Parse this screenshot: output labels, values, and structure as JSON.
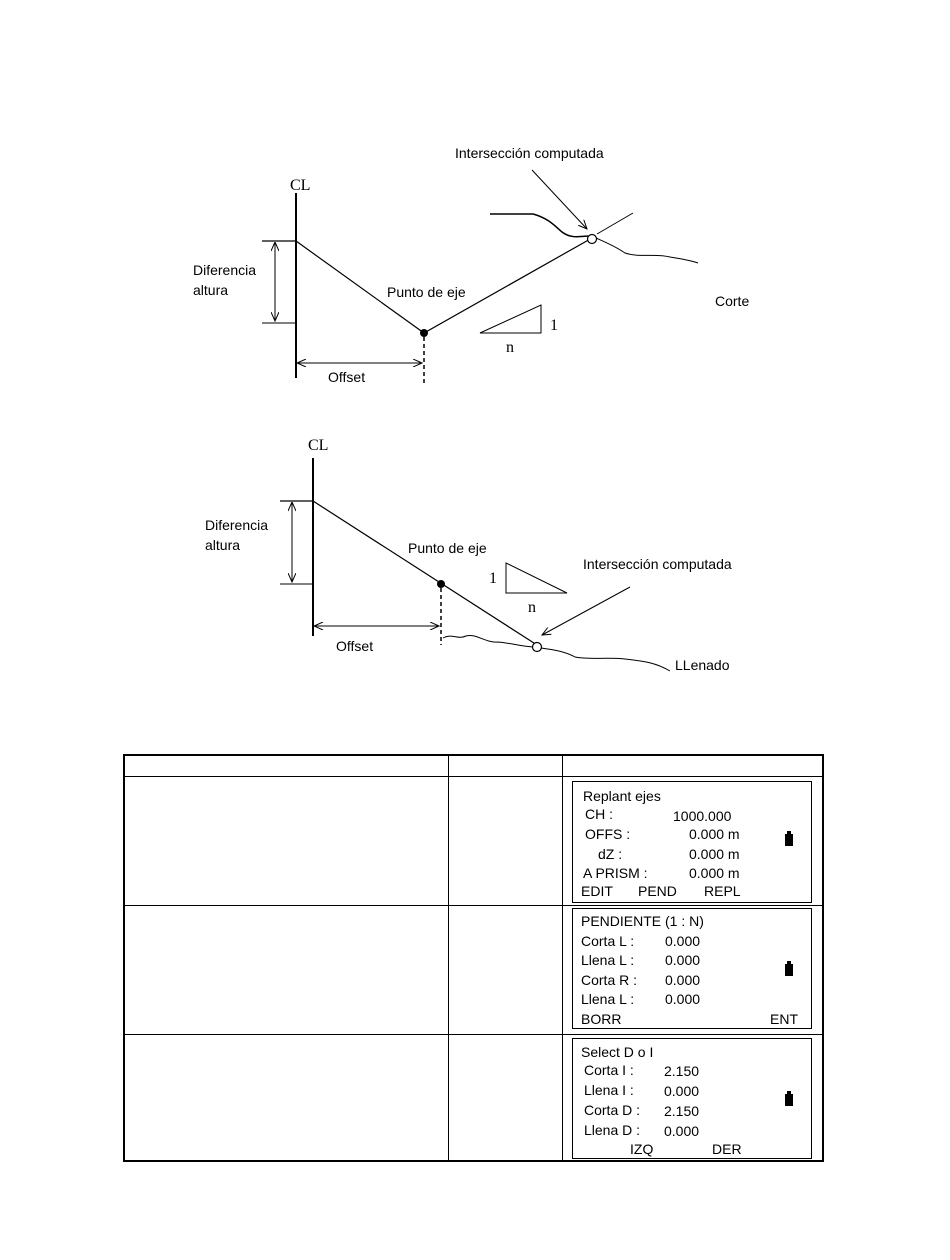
{
  "diagram_cut": {
    "cl_label": "CL",
    "intersection_label": "Intersección computada",
    "height_diff_line1": "Diferencia",
    "height_diff_line2": "altura",
    "axis_point_label": "Punto de eje",
    "offset_label": "Offset",
    "slope_n": "n",
    "slope_1": "1",
    "terrain_label": "Corte"
  },
  "diagram_fill": {
    "cl_label": "CL",
    "height_diff_line1": "Diferencia",
    "height_diff_line2": "altura",
    "axis_point_label": "Punto de eje",
    "slope_1": "1",
    "slope_n": "n",
    "intersection_label": "Intersección computada",
    "offset_label": "Offset",
    "terrain_label": "LLenado"
  },
  "screens": [
    {
      "title": "Replant ejes",
      "fields": [
        {
          "label": "CH :",
          "value": "1000.000"
        },
        {
          "label": "OFFS :",
          "value": "0.000 m"
        },
        {
          "label": "dZ :",
          "value": "0.000 m"
        },
        {
          "label": "A PRISM :",
          "value": "0.000 m"
        }
      ],
      "softkeys": [
        "EDIT",
        "PEND",
        "REPL"
      ]
    },
    {
      "title": "PENDIENTE (1 : N)",
      "fields": [
        {
          "label": "Corta L :",
          "value": "0.000"
        },
        {
          "label": "Llena L :",
          "value": "0.000"
        },
        {
          "label": "Corta R :",
          "value": "0.000"
        },
        {
          "label": "Llena L :",
          "value": "0.000"
        }
      ],
      "softkeys": [
        "BORR",
        "ENT"
      ]
    },
    {
      "title": "Select D o I",
      "fields": [
        {
          "label": "Corta I :",
          "value": "2.150"
        },
        {
          "label": "Llena I :",
          "value": "0.000"
        },
        {
          "label": "Corta D :",
          "value": "2.150"
        },
        {
          "label": "Llena D :",
          "value": "0.000"
        }
      ],
      "softkeys": [
        "IZQ",
        "DER"
      ]
    }
  ],
  "icons": {
    "battery": "battery-icon"
  }
}
